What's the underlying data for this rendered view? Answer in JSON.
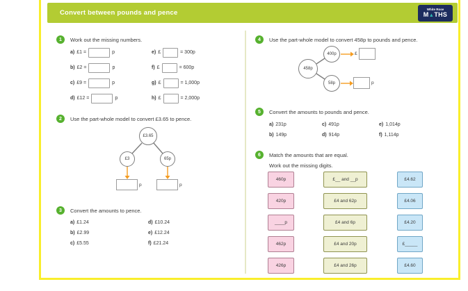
{
  "header": {
    "title": "Convert between pounds and pence",
    "logo": {
      "brand_top": "White Rose",
      "brand_m": "M",
      "brand_a": "▲",
      "brand_ths": "THS"
    }
  },
  "colors": {
    "header_green": "#b3cc33",
    "frame_yellow": "#f9ee2b",
    "number_green": "#56b12e",
    "arrow_orange": "#f59c20",
    "logo_navy": "#1d2c5e",
    "logo_teal": "#2fb3b0",
    "pink_fill": "#f9d3e2",
    "green_fill": "#eff0d3",
    "blue_fill": "#c9e6f7"
  },
  "q1": {
    "number": "1",
    "instruction": "Work out the missing numbers.",
    "left_items": [
      {
        "label": "a)",
        "pre": "£1 =",
        "post": "p"
      },
      {
        "label": "b)",
        "pre": "£2 =",
        "post": "p"
      },
      {
        "label": "c)",
        "pre": "£9 =",
        "post": "p"
      },
      {
        "label": "d)",
        "pre": "£12 =",
        "post": "p"
      }
    ],
    "right_items": [
      {
        "label": "e)",
        "pre": "£",
        "post": "= 300p"
      },
      {
        "label": "f)",
        "pre": "£",
        "post": "= 600p"
      },
      {
        "label": "g)",
        "pre": "£",
        "post": "= 1,000p"
      },
      {
        "label": "h)",
        "pre": "£",
        "post": "= 2,000p"
      }
    ]
  },
  "q2": {
    "number": "2",
    "instruction": "Use the part-whole model to convert £3.65 to pence.",
    "model": {
      "whole": "£3.65",
      "part1": "£3",
      "part2": "65p",
      "box1_unit": "p",
      "box2_unit": "p"
    }
  },
  "q3": {
    "number": "3",
    "instruction": "Convert the amounts to pence.",
    "col1": [
      {
        "label": "a)",
        "value": "£1.24"
      },
      {
        "label": "b)",
        "value": "£2.99"
      },
      {
        "label": "c)",
        "value": "£5.55"
      }
    ],
    "col2": [
      {
        "label": "d)",
        "value": "£10.24"
      },
      {
        "label": "e)",
        "value": "£12.24"
      },
      {
        "label": "f)",
        "value": "£21.24"
      }
    ]
  },
  "q4": {
    "number": "4",
    "instruction": "Use the part-whole model to convert 458p to pounds and pence.",
    "model": {
      "whole": "458p",
      "part1": "400p",
      "part2": "58p",
      "box1_prefix": "£",
      "box2_unit": "p"
    }
  },
  "q5": {
    "number": "5",
    "instruction": "Convert the amounts to pounds and pence.",
    "col1": [
      {
        "label": "a)",
        "value": "231p"
      },
      {
        "label": "b)",
        "value": "149p"
      }
    ],
    "col2": [
      {
        "label": "c)",
        "value": "491p"
      },
      {
        "label": "d)",
        "value": "914p"
      }
    ],
    "col3": [
      {
        "label": "e)",
        "value": "1,014p"
      },
      {
        "label": "f)",
        "value": "1,114p"
      }
    ]
  },
  "q6": {
    "number": "6",
    "instruction1": "Match the amounts that are equal.",
    "instruction2": "Work out the missing digits.",
    "pink": [
      "460p",
      "420p",
      "____p",
      "462p",
      "426p"
    ],
    "green": [
      "£__ and __p",
      "£4 and 62p",
      "£4 and 6p",
      "£4 and 20p",
      "£4 and 26p"
    ],
    "blue": [
      "£4.62",
      "£4.06",
      "£4.20",
      "£_____",
      "£4.60"
    ]
  }
}
